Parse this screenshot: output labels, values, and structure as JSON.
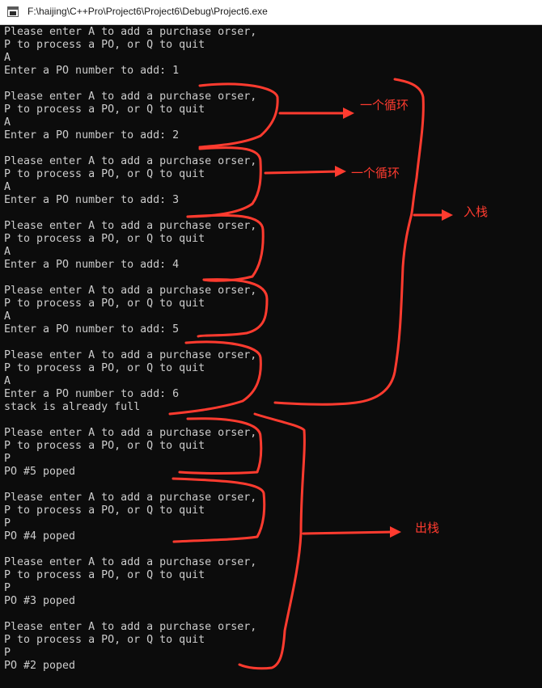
{
  "window": {
    "title": "F:\\haijing\\C++Pro\\Project6\\Project6\\Debug\\Project6.exe"
  },
  "console": {
    "lines": [
      "Please enter A to add a purchase orser,",
      "P to process a PO, or Q to quit",
      "A",
      "Enter a PO number to add: 1",
      "",
      "Please enter A to add a purchase orser,",
      "P to process a PO, or Q to quit",
      "A",
      "Enter a PO number to add: 2",
      "",
      "Please enter A to add a purchase orser,",
      "P to process a PO, or Q to quit",
      "A",
      "Enter a PO number to add: 3",
      "",
      "Please enter A to add a purchase orser,",
      "P to process a PO, or Q to quit",
      "A",
      "Enter a PO number to add: 4",
      "",
      "Please enter A to add a purchase orser,",
      "P to process a PO, or Q to quit",
      "A",
      "Enter a PO number to add: 5",
      "",
      "Please enter A to add a purchase orser,",
      "P to process a PO, or Q to quit",
      "A",
      "Enter a PO number to add: 6",
      "stack is already full",
      "",
      "Please enter A to add a purchase orser,",
      "P to process a PO, or Q to quit",
      "P",
      "PO #5 poped",
      "",
      "Please enter A to add a purchase orser,",
      "P to process a PO, or Q to quit",
      "P",
      "PO #4 poped",
      "",
      "Please enter A to add a purchase orser,",
      "P to process a PO, or Q to quit",
      "P",
      "PO #3 poped",
      "",
      "Please enter A to add a purchase orser,",
      "P to process a PO, or Q to quit",
      "P",
      "PO #2 poped"
    ]
  },
  "annotations": {
    "color": "#ff3b2f",
    "loop_label_1": "一个循环",
    "loop_label_2": "一个循环",
    "push_label": "入栈",
    "pop_label": "出栈"
  },
  "colors": {
    "console_bg": "#0c0c0c",
    "console_text": "#cccccc",
    "titlebar_bg": "#ffffff"
  }
}
